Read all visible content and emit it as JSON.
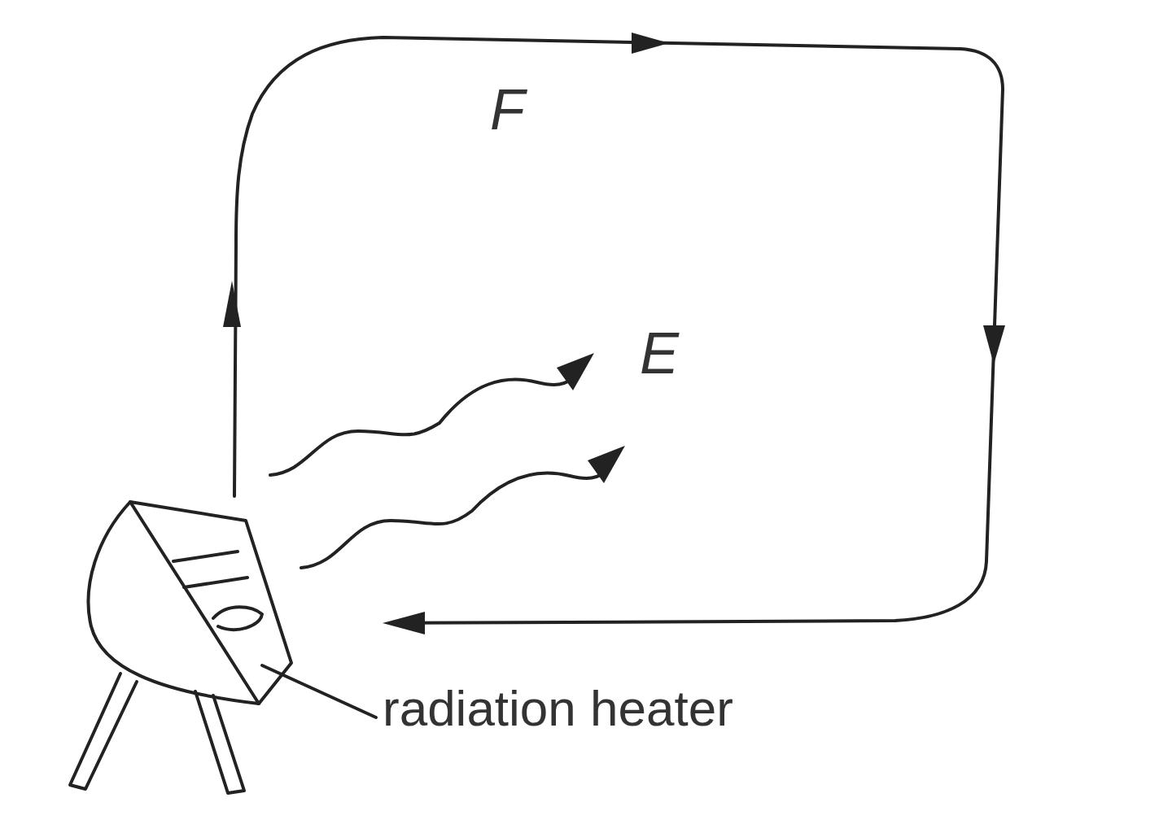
{
  "diagram": {
    "labels": [
      "F",
      "E",
      "radiation heater"
    ]
  }
}
